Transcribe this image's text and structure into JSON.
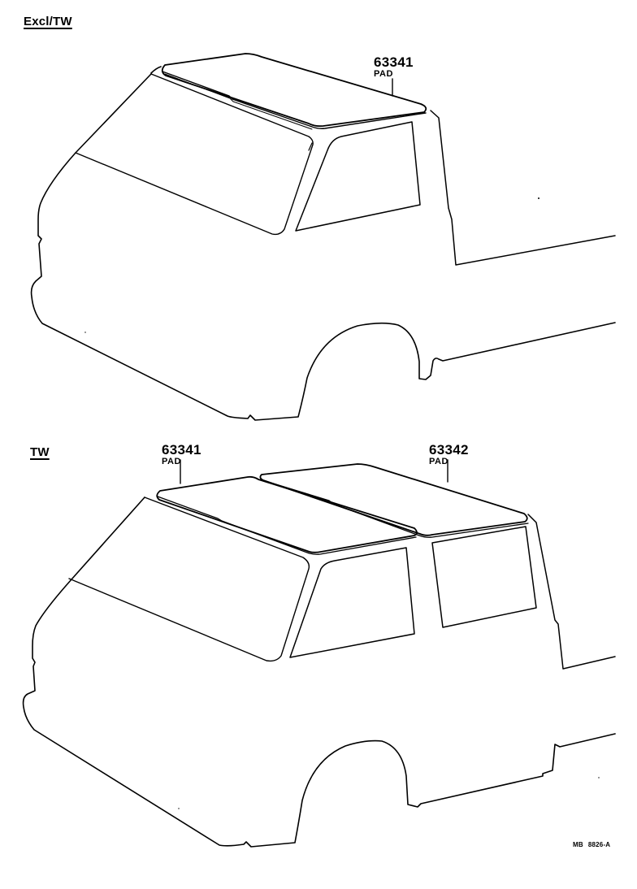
{
  "diagram": {
    "type": "parts-illustration",
    "line_color": "#000000",
    "background_color": "#ffffff"
  },
  "views": [
    {
      "id": "excl-tw",
      "title": "Excl/TW",
      "callouts": [
        {
          "part_no": "63341",
          "name": "PAD"
        }
      ]
    },
    {
      "id": "tw",
      "title": "TW",
      "callouts": [
        {
          "part_no": "63341",
          "name": "PAD"
        },
        {
          "part_no": "63342",
          "name": "PAD"
        }
      ]
    }
  ],
  "footer": {
    "ref_prefix": "MB",
    "ref_code": "8826-A"
  }
}
